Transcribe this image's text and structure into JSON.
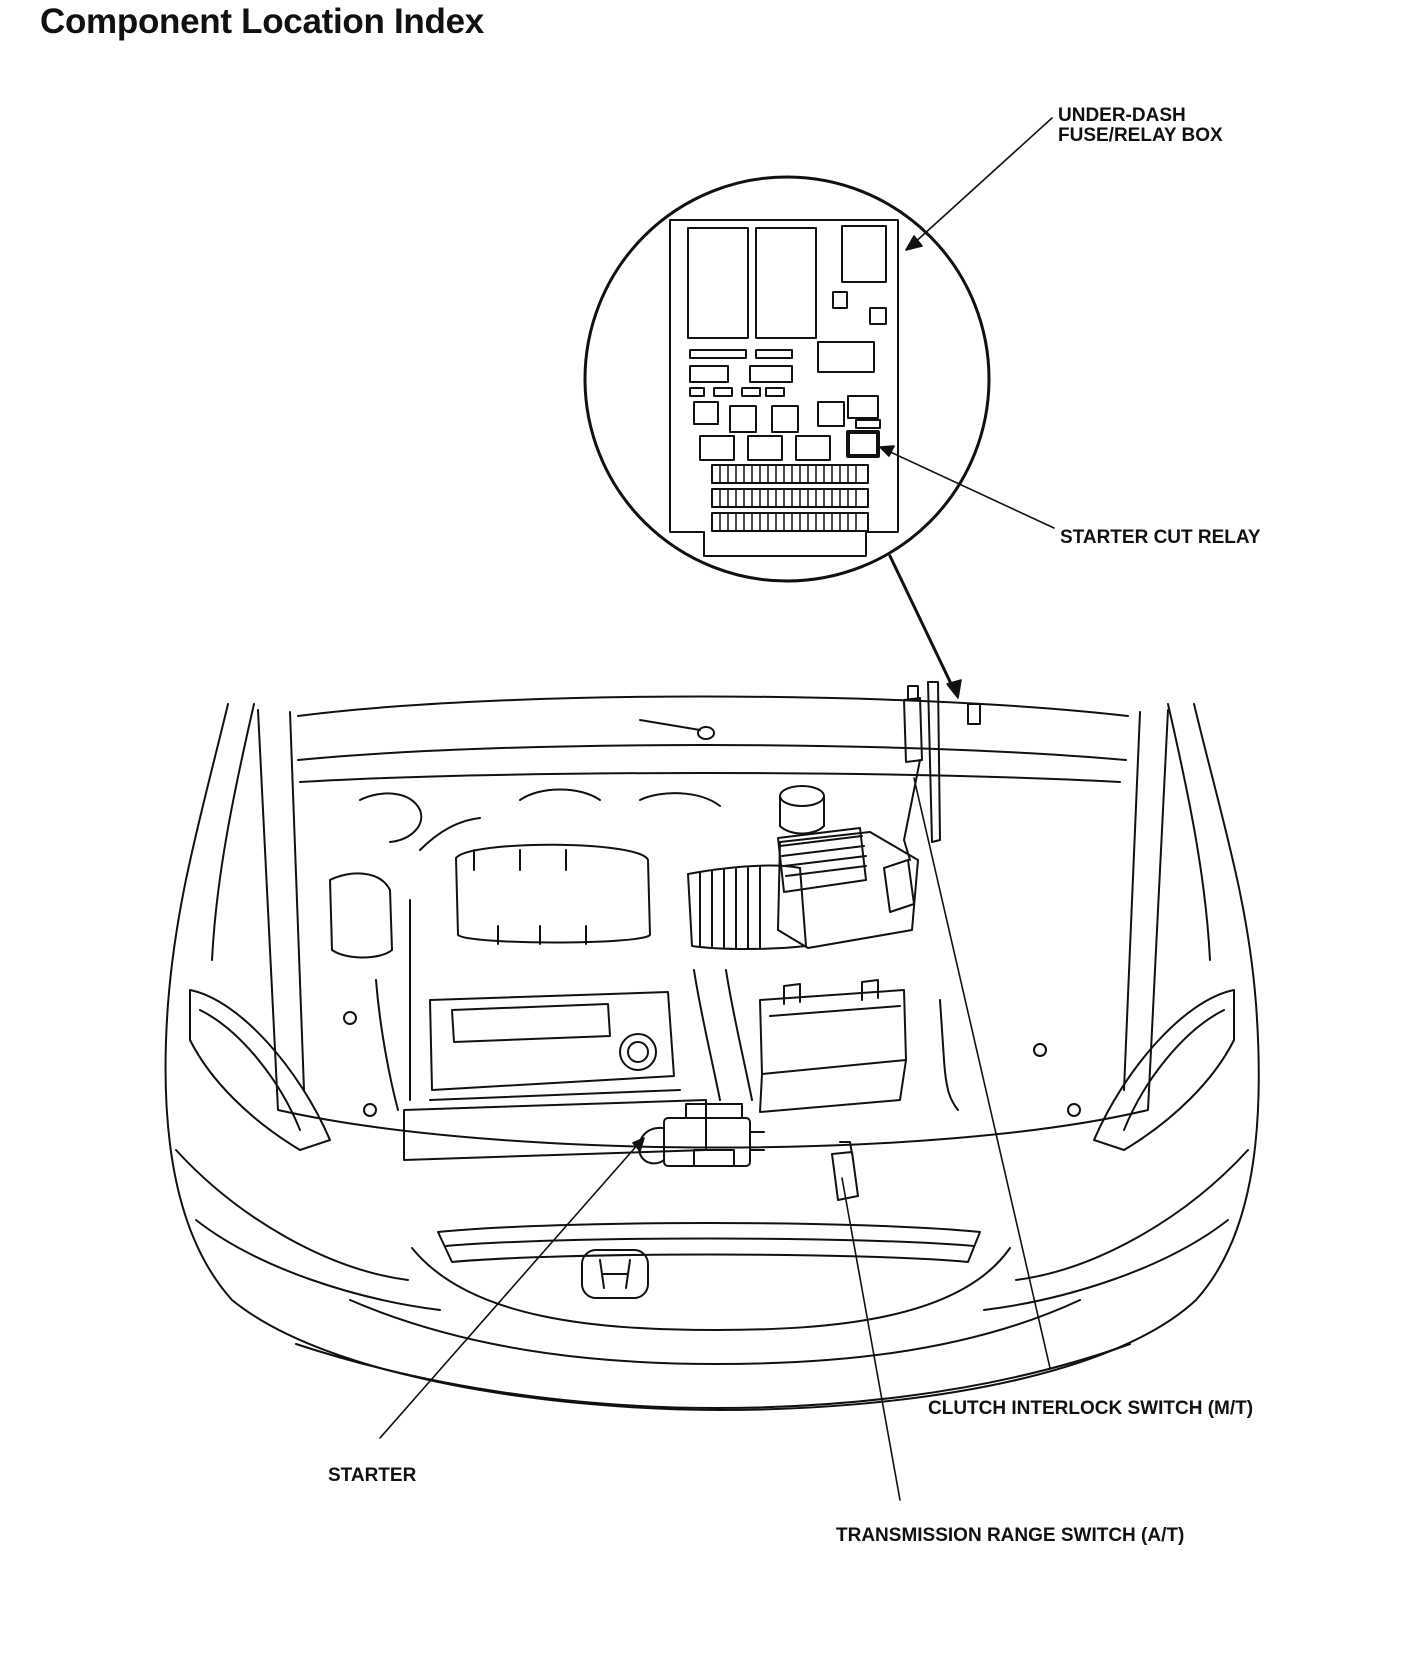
{
  "page": {
    "title": "Component Location Index"
  },
  "labels": {
    "under_dash_line1": "UNDER-DASH",
    "under_dash_line2": "FUSE/RELAY BOX",
    "starter_cut_relay": "STARTER CUT RELAY",
    "clutch_interlock_switch": "CLUTCH INTERLOCK SWITCH (M/T)",
    "starter": "STARTER",
    "transmission_range_switch": "TRANSMISSION RANGE SWITCH (A/T)"
  }
}
